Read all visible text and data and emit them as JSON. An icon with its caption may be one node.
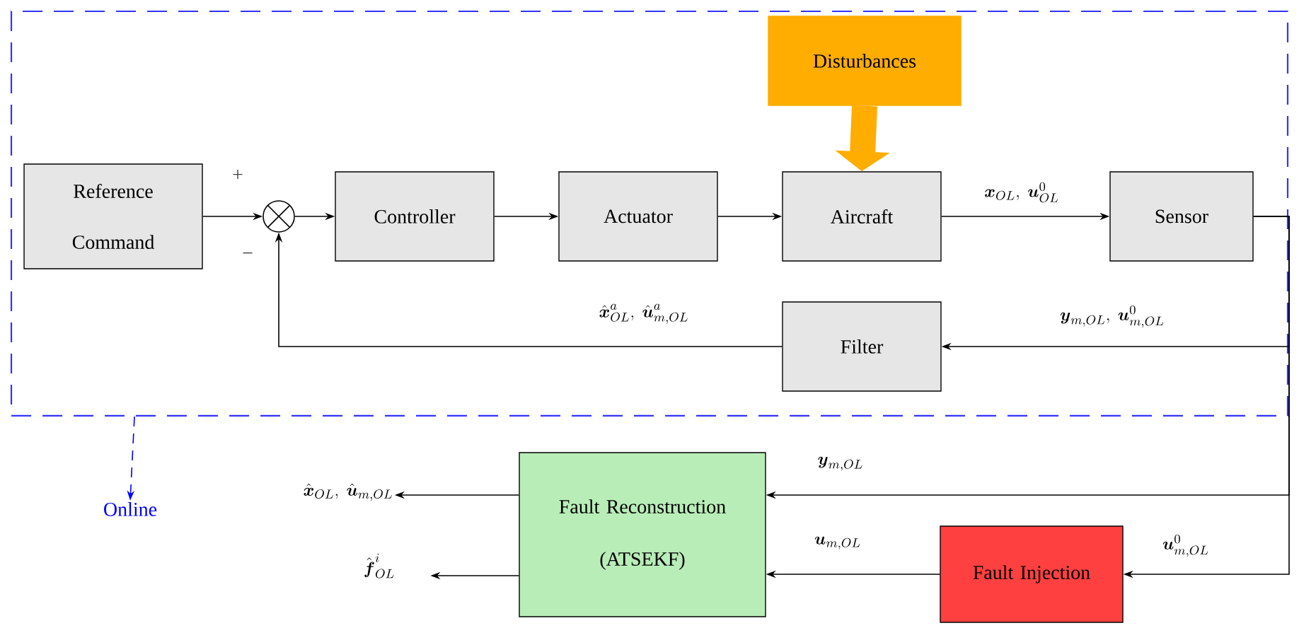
{
  "diagram": {
    "nodes": [
      {
        "text": [],
        "shape": "box"
      },
      {
        "text": [
          "Disturbances"
        ],
        "in": 0
      },
      {
        "text": [
          "Reference Command"
        ],
        "in": 0
      },
      {
        "text": [],
        "shape": "circle",
        "in": 0
      },
      {
        "text": [
          "Controller"
        ],
        "in": 0
      },
      {
        "text": [
          "Actuator"
        ],
        "in": 0
      },
      {
        "text": [
          "Aircraft"
        ],
        "in": 0
      },
      {
        "text": [
          "Sensor"
        ],
        "in": 0
      },
      {
        "text": [
          "Filter"
        ],
        "in": 0
      },
      {
        "text": [
          "Online"
        ]
      },
      {
        "text": [
          "\\hat{\\boldsymbol{x}}_{OL},\\ \\hat{\\boldsymbol{u}}_{m,OL}"
        ]
      },
      {
        "text": [
          "Fault Reconstruction (ATSEKF)"
        ]
      },
      {
        "text": [
          "\\hat{\\boldsymbol{f}}^{i}_{OL}"
        ]
      },
      {
        "text": [
          "Fault Injection"
        ]
      }
    ],
    "edges": [
      {
        "from": 2,
        "to": 3,
        "arrow": "to"
      },
      {
        "from": 3,
        "to": 4,
        "arrow": "to"
      },
      {
        "from": 4,
        "to": 5,
        "arrow": "to"
      },
      {
        "from": 5,
        "to": 6,
        "arrow": "to"
      },
      {
        "from": 1,
        "to": 6,
        "arrow": "to",
        "style": "thick",
        "color": "#ffad00"
      },
      {
        "from": 6,
        "to": 7,
        "arrow": "to",
        "label": "\\boldsymbol{x}_{OL},\\ \\boldsymbol{u}^{0}_{OL}"
      },
      {
        "from": 7,
        "to": 8,
        "arrow": "to",
        "label": "\\boldsymbol{y}_{m,OL},\\ \\boldsymbol{u}^{0}_{m,OL}"
      },
      {
        "from": 8,
        "to": 3,
        "arrow": "to",
        "label": "\\hat{\\boldsymbol{x}}^{a}_{OL},\\ \\hat{\\boldsymbol{u}}^{a}_{m,OL}"
      },
      {
        "from": 7,
        "to": 11,
        "arrow": "to",
        "label": "\\boldsymbol{y}_{m,OL}"
      },
      {
        "from": 7,
        "to": 13,
        "arrow": "to",
        "label": "\\boldsymbol{u}^{0}_{m,OL}"
      },
      {
        "from": 13,
        "to": 11,
        "arrow": "to",
        "label": "\\boldsymbol{u}_{m,OL}"
      },
      {
        "from": 11,
        "to": 10,
        "arrow": "to"
      },
      {
        "from": 11,
        "to": 12,
        "arrow": "to"
      },
      {
        "from": 0,
        "to": 9,
        "arrow": "to",
        "style": "dashed",
        "color": "#0000ff"
      }
    ],
    "labels": [
      "+",
      "−"
    ]
  }
}
